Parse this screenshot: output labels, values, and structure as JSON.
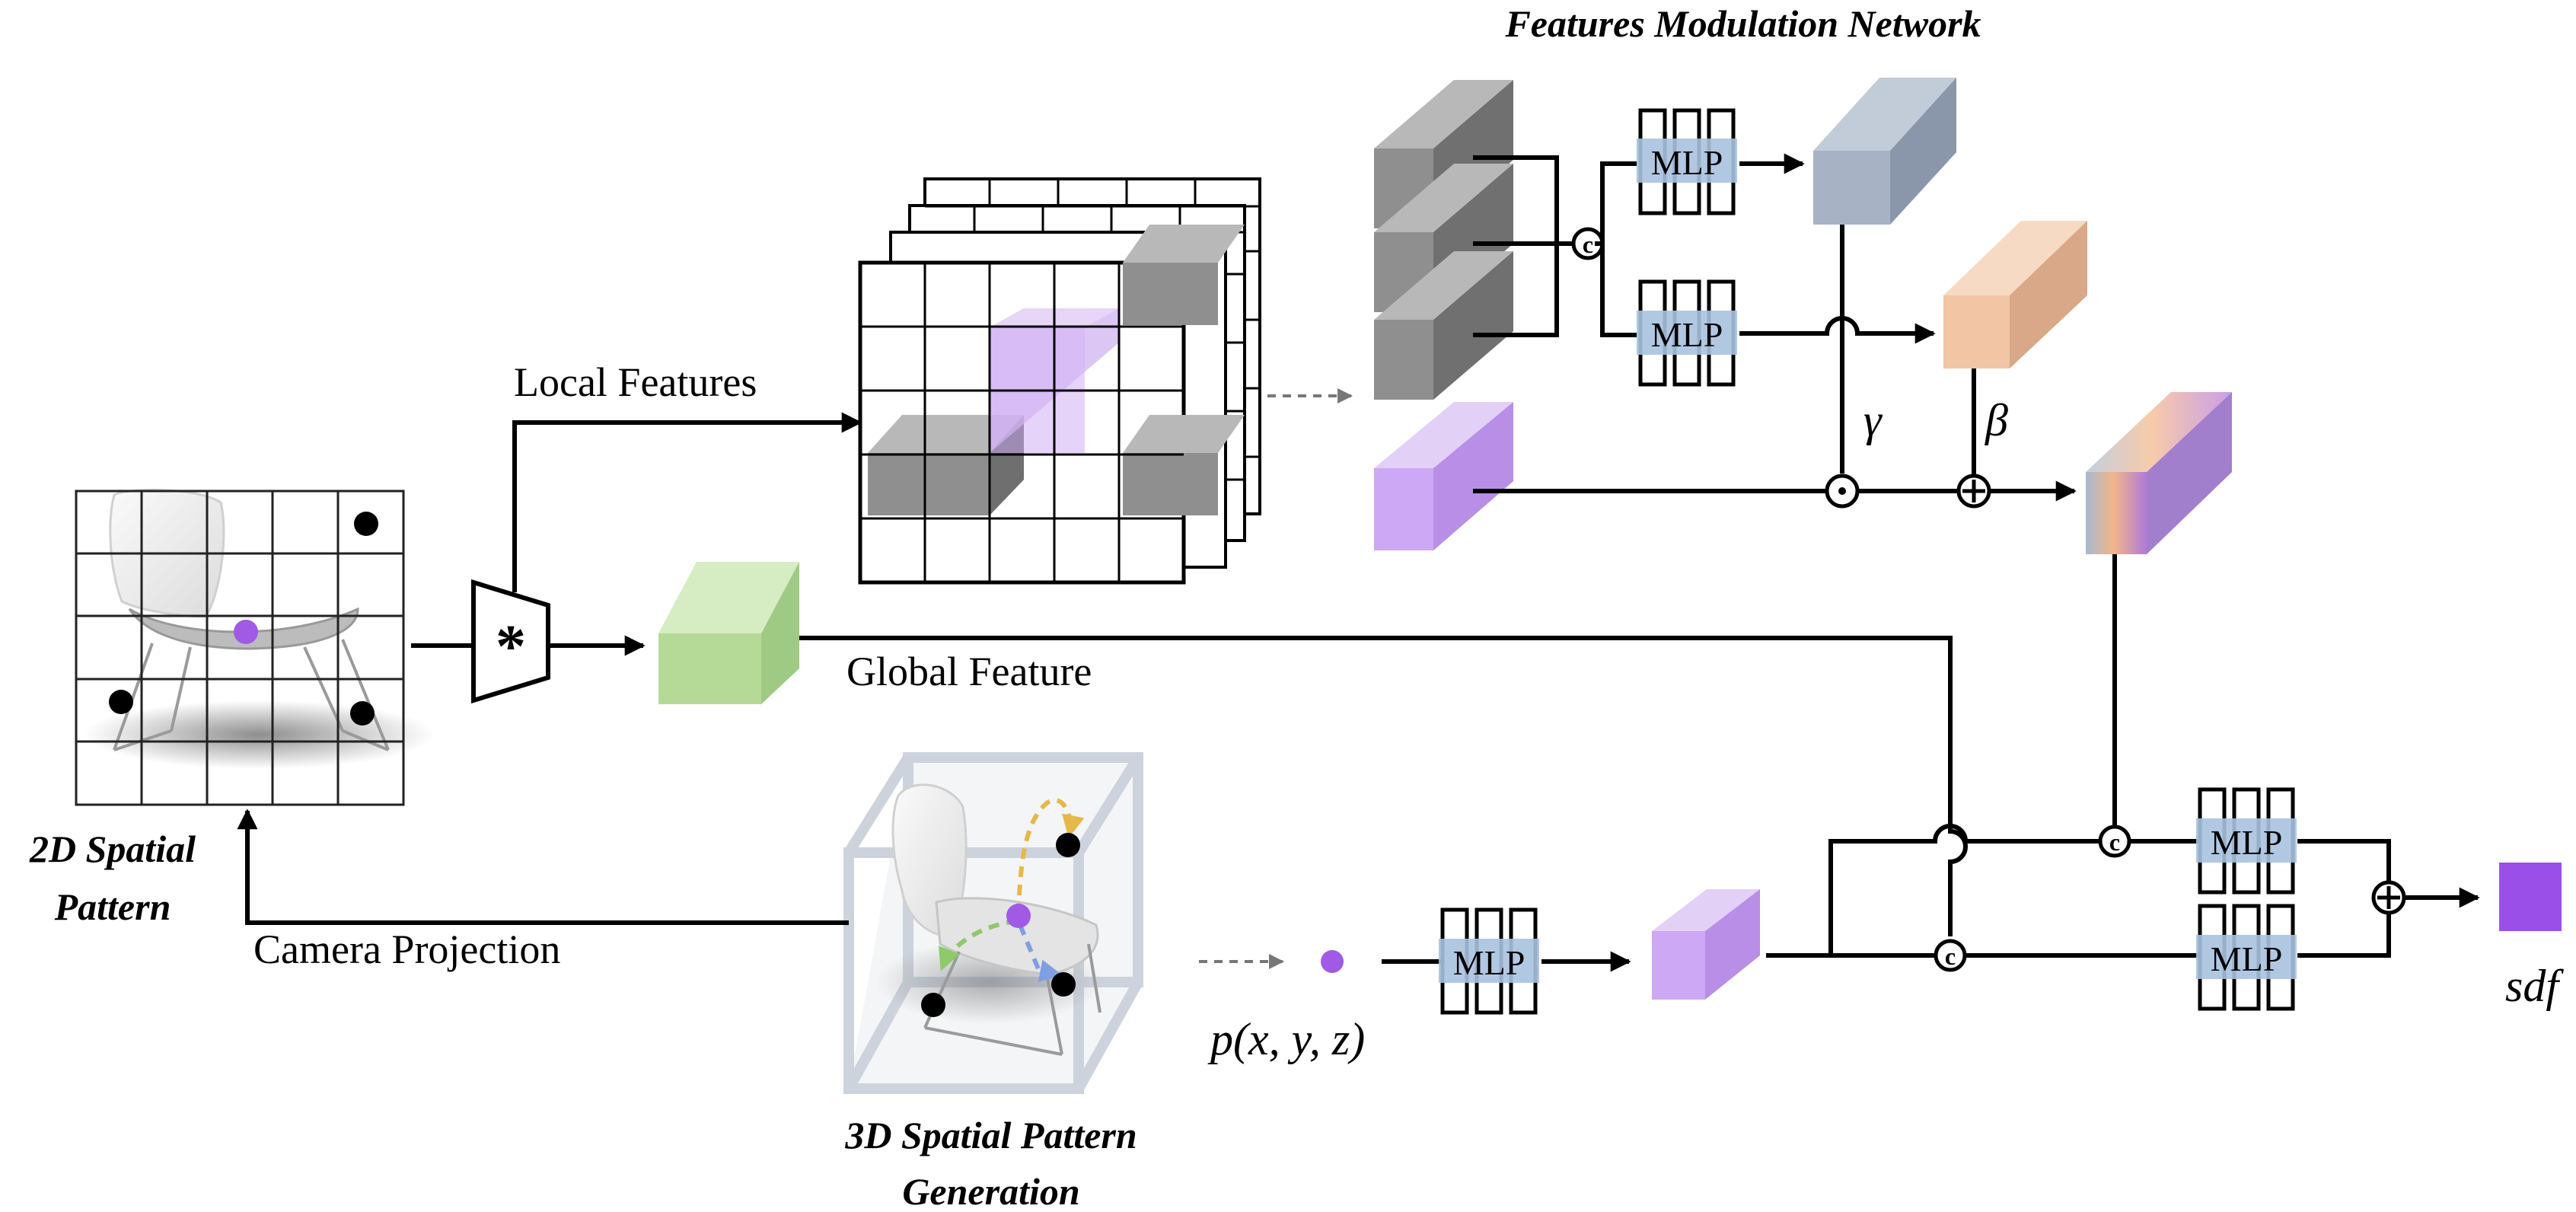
{
  "title": "Features Modulation Network",
  "labels": {
    "local_features": "Local Features",
    "global_feature": "Global Feature",
    "camera_projection": "Camera Projection",
    "pattern_2d_line1": "2D Spatial",
    "pattern_2d_line2": "Pattern",
    "pattern_3d_line1": "3D Spatial Pattern",
    "pattern_3d_line2": "Generation",
    "point": "p(x, y, z)",
    "gamma": "γ",
    "beta": "β",
    "sdf": "sdf"
  },
  "mlp_label": "MLP",
  "operators": {
    "concat": "c",
    "conv": "*",
    "add": "+",
    "multiply": "·"
  },
  "colors": {
    "local_feature": "#8f8f8f",
    "global_feature": "#b5da98",
    "point_feature": "#cda8f5",
    "gamma_feature": "#a7b3c4",
    "beta_feature": "#f2c6a4",
    "sdf_output": "#9a4fe8",
    "query_point": "#a05ae6",
    "mlp_fill": "#a9c2df"
  }
}
